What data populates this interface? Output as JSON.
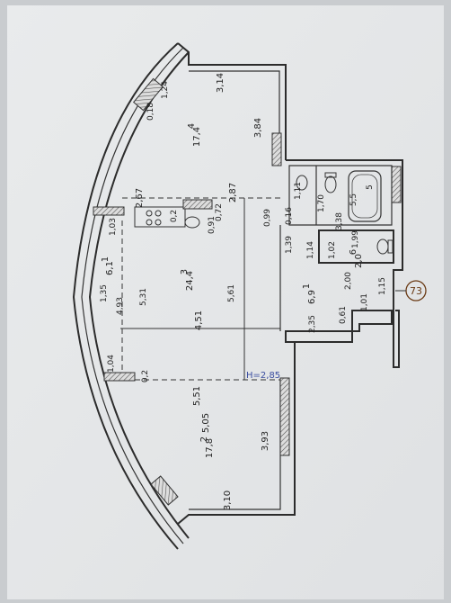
{
  "apartment_number": "73",
  "ceiling_height": "H=2,85",
  "rooms": [
    {
      "number": "1",
      "area": "6,1"
    },
    {
      "number": "2",
      "area": "17,8"
    },
    {
      "number": "3",
      "area": "24,4"
    },
    {
      "number": "4",
      "area": "17,4"
    },
    {
      "number": "5",
      "area": "5,5"
    },
    {
      "number": "6",
      "area": "2,0"
    },
    {
      "number": "1",
      "area": "6,9"
    }
  ],
  "dimensions": [
    "3,14",
    "1,24",
    "0,18",
    "3,84",
    "2,67",
    "2,87",
    "0,72",
    "0,91",
    "0,2",
    "1,03",
    "0,99",
    "0,16",
    "1,11",
    "1,70",
    "3,38",
    "1,39",
    "1,14",
    "1,02",
    "1,99",
    "2,00",
    "1,15",
    "1,01",
    "0,61",
    "2,35",
    "4,51",
    "4,93",
    "5,31",
    "5,61",
    "1,35",
    "1,04",
    "0,2",
    "5,51",
    "5,05",
    "3,93",
    "3,10"
  ]
}
